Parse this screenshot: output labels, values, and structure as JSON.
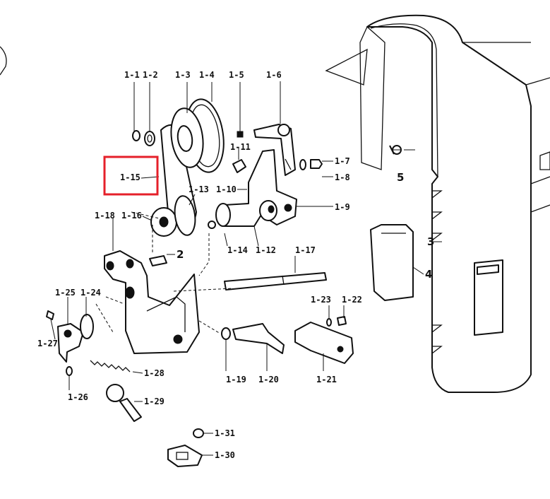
{
  "highlight_color": "#e5202a",
  "labels": {
    "p1_1": "1-1",
    "p1_2": "1-2",
    "p1_3": "1-3",
    "p1_4": "1-4",
    "p1_5": "1-5",
    "p1_6": "1-6",
    "p1_7": "1-7",
    "p1_8": "1-8",
    "p1_9": "1-9",
    "p1_10": "1-10",
    "p1_11": "1-11",
    "p1_12": "1-12",
    "p1_13": "1-13",
    "p1_14": "1-14",
    "p1_15": "1-15",
    "p1_16": "1-16",
    "p1_17": "1-17",
    "p1_18": "1-18",
    "p1_19": "1-19",
    "p1_20": "1-20",
    "p1_21": "1-21",
    "p1_22": "1-22",
    "p1_23": "1-23",
    "p1_24": "1-24",
    "p1_25": "1-25",
    "p1_26": "1-26",
    "p1_27": "1-27",
    "p1_28": "1-28",
    "p1_29": "1-29",
    "p1_30": "1-30",
    "p1_31": "1-31",
    "p2": "2",
    "p3": "3",
    "p4": "4",
    "p5": "5"
  }
}
